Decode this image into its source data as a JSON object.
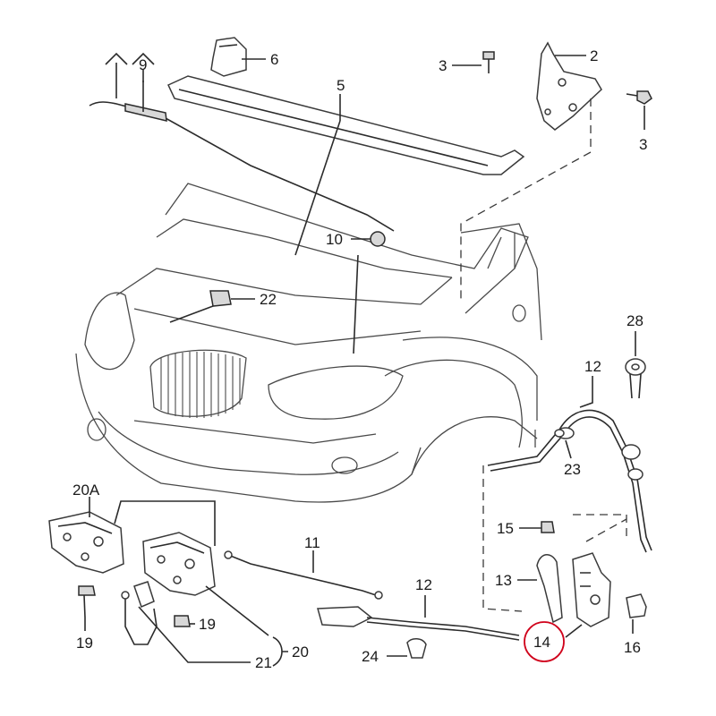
{
  "callouts": {
    "c2": "2",
    "c3a": "3",
    "c3b": "3",
    "c5": "5",
    "c6": "6",
    "c9": "9",
    "c10": "10",
    "c11": "11",
    "c12a": "12",
    "c12b": "12",
    "c13": "13",
    "c14": "14",
    "c15": "15",
    "c16": "16",
    "c19a": "19",
    "c19b": "19",
    "c20": "20",
    "c20a": "20A",
    "c21": "21",
    "c22": "22",
    "c23": "23",
    "c24": "24",
    "c28": "28"
  },
  "highlight": {
    "callout": "14",
    "color": "#d0021b"
  }
}
